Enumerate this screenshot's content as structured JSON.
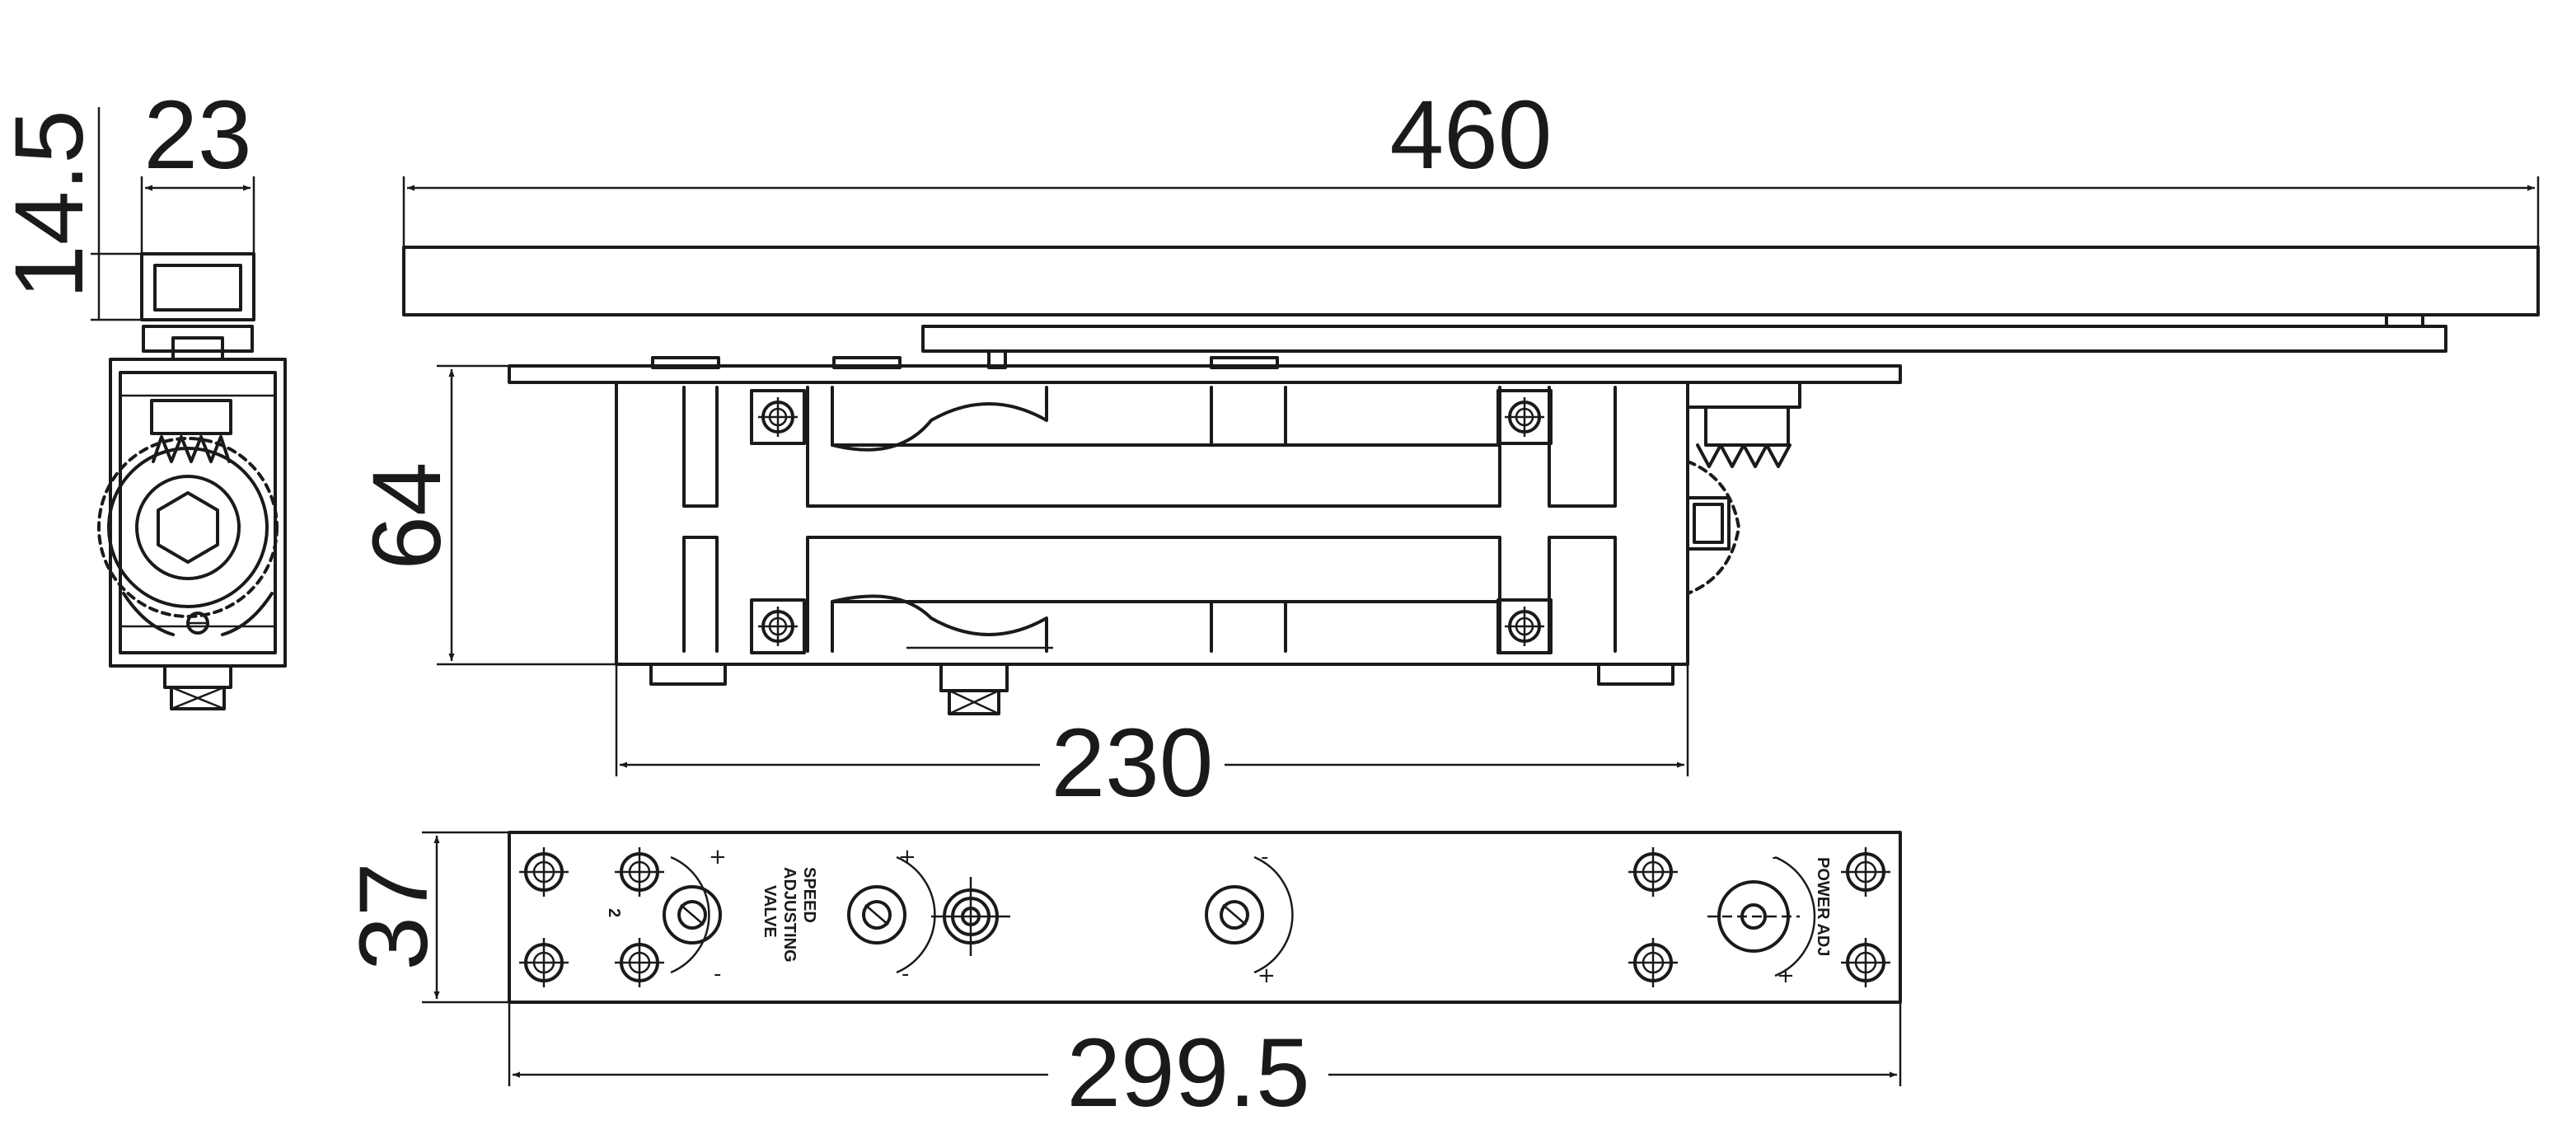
{
  "dimensions": {
    "arm_length": "460",
    "end_width": "23",
    "end_height": "14.5",
    "body_height": "64",
    "body_length": "230",
    "plate_height": "37",
    "plate_length": "299.5"
  },
  "labels": {
    "speed_line1": "SPEED",
    "speed_line2": "ADJUSTING",
    "speed_line3": "VALVE",
    "valve_number": "2",
    "power_adj": "POWER ADJ"
  },
  "symbols": {
    "plus": "+",
    "minus": "-"
  }
}
